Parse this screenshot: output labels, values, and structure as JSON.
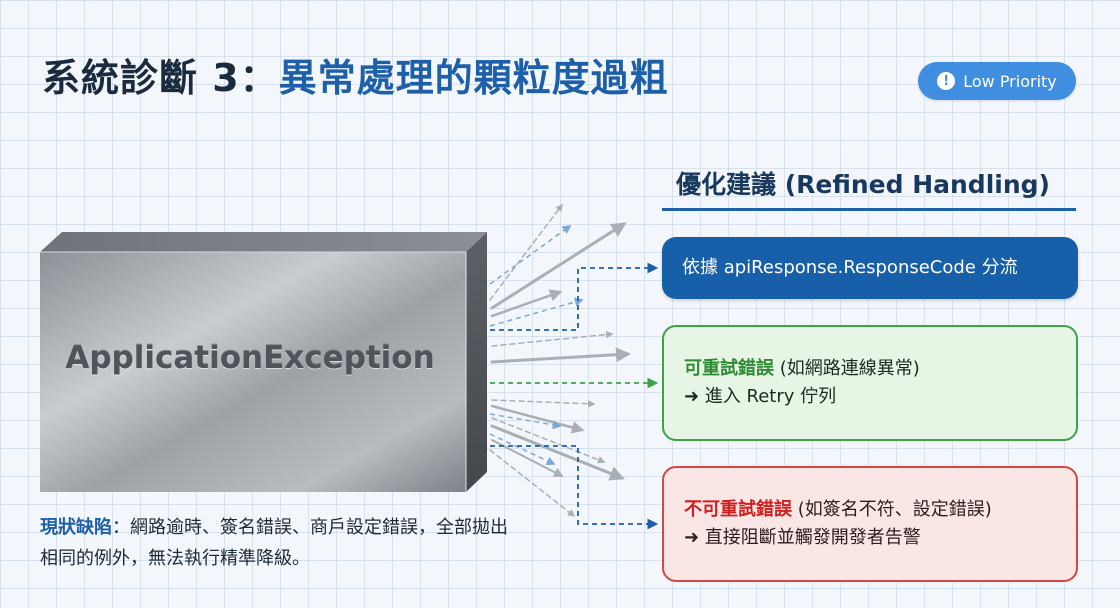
{
  "header": {
    "title_prefix": "系統診斷 3：",
    "title_main": "異常處理的顆粒度過粗",
    "priority_icon": "alert-circle-icon",
    "priority_icon_glyph": "!",
    "priority_label": "Low Priority"
  },
  "diagram": {
    "exception_label": "ApplicationException"
  },
  "suggestions": {
    "heading": "優化建議 (Refined Handling)",
    "route_text": "依據 apiResponse.ResponseCode 分流",
    "retry": {
      "highlight": "可重試錯誤",
      "detail": " (如網路連線異常)",
      "action": "➜ 進入 Retry 佇列"
    },
    "fail": {
      "highlight": "不可重試錯誤",
      "detail": " (如簽名不符、設定錯誤)",
      "action": "➜ 直接阻斷並觸發開發者告警"
    }
  },
  "note": {
    "head": "現狀缺陷",
    "body": "：網路逾時、簽名錯誤、商戶設定錯誤，全部拋出相同的例外，無法執行精準降級。"
  },
  "colors": {
    "accent_blue": "#1d5fa8",
    "retry_green": "#3fa24a",
    "fail_red": "#d24747"
  }
}
